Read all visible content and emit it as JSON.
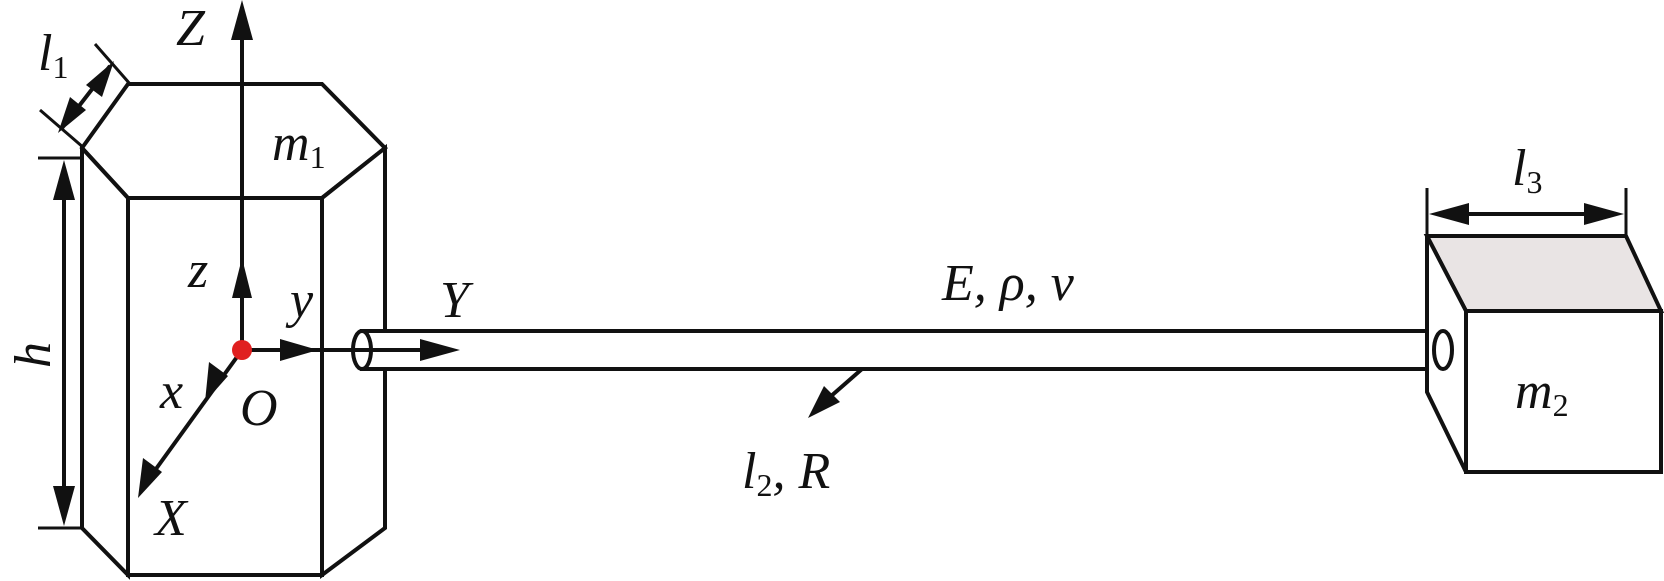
{
  "diagram": {
    "labels": {
      "Z_upper": "Z",
      "z_lower": "z",
      "y_lower": "y",
      "Y_upper": "Y",
      "x_lower": "x",
      "X_upper": "X",
      "origin": "O",
      "h": "h",
      "l1_main": "l",
      "l1_sub": "1",
      "m1_main": "m",
      "m1_sub": "1",
      "l3_main": "l",
      "l3_sub": "3",
      "m2_main": "m",
      "m2_sub": "2",
      "rod_props": "E, ρ, ν",
      "l2_main": "l",
      "l2_sub": "2",
      "l2_rest": ", R"
    },
    "colors": {
      "line": "#111111",
      "origin_dot": "#e02020",
      "top_face_m2": "#e9e4e4"
    }
  }
}
